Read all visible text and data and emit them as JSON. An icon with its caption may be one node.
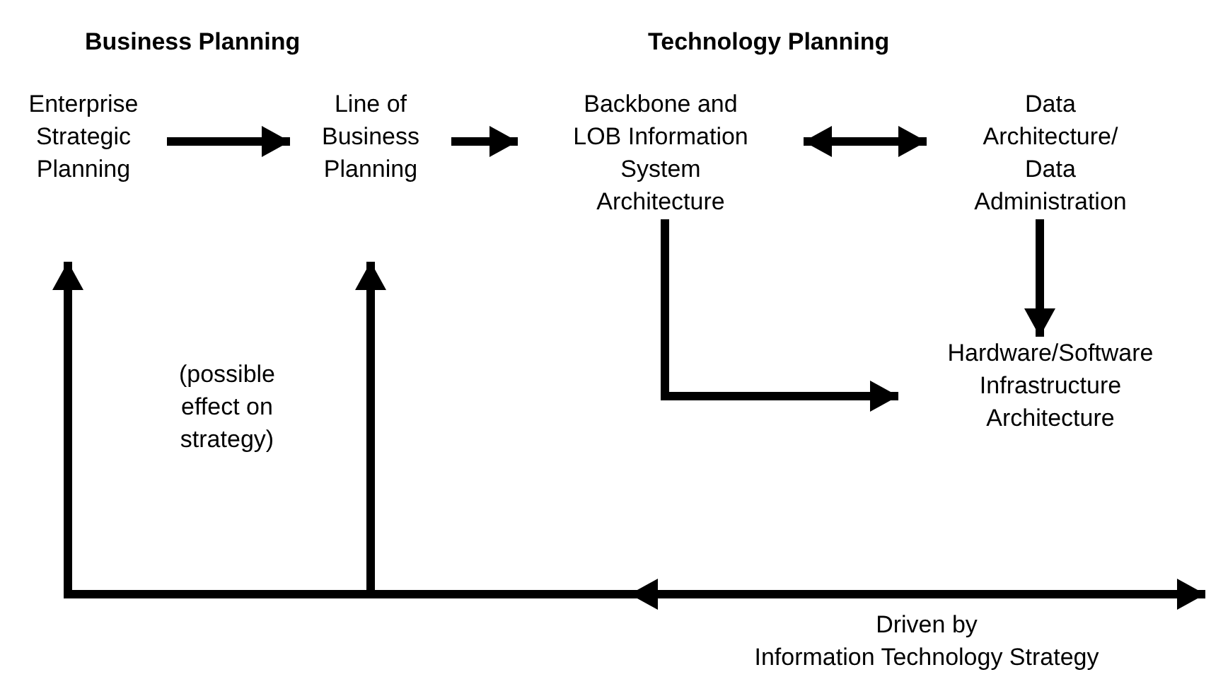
{
  "diagram": {
    "nodes": [
      {
        "text": [
          "Enterprise Strategic Planning"
        ]
      },
      {
        "text": [
          "Line of Business Planning"
        ]
      },
      {
        "text": [
          "Backbone and LOB Information System Architecture"
        ]
      },
      {
        "text": [
          "Data Architecture/ Data Administration"
        ]
      },
      {
        "text": [
          "Hardware/Software Infrastructure Architecture"
        ]
      }
    ],
    "edges": [
      {
        "from": 0,
        "to": 1,
        "arrow": "to"
      },
      {
        "from": 1,
        "to": 2,
        "arrow": "to"
      },
      {
        "from": 2,
        "to": 3,
        "arrow": "both"
      },
      {
        "from": 3,
        "to": 4,
        "arrow": "to"
      },
      {
        "from": 2,
        "to": 4,
        "arrow": "to"
      },
      {
        "from": null,
        "to": 0,
        "arrow": "to"
      },
      {
        "from": null,
        "to": 1,
        "arrow": "to"
      }
    ],
    "labels": [
      "Business Planning",
      "Technology Planning",
      "(possible effect on strategy)",
      "Driven by",
      "Information Technology Strategy"
    ]
  }
}
